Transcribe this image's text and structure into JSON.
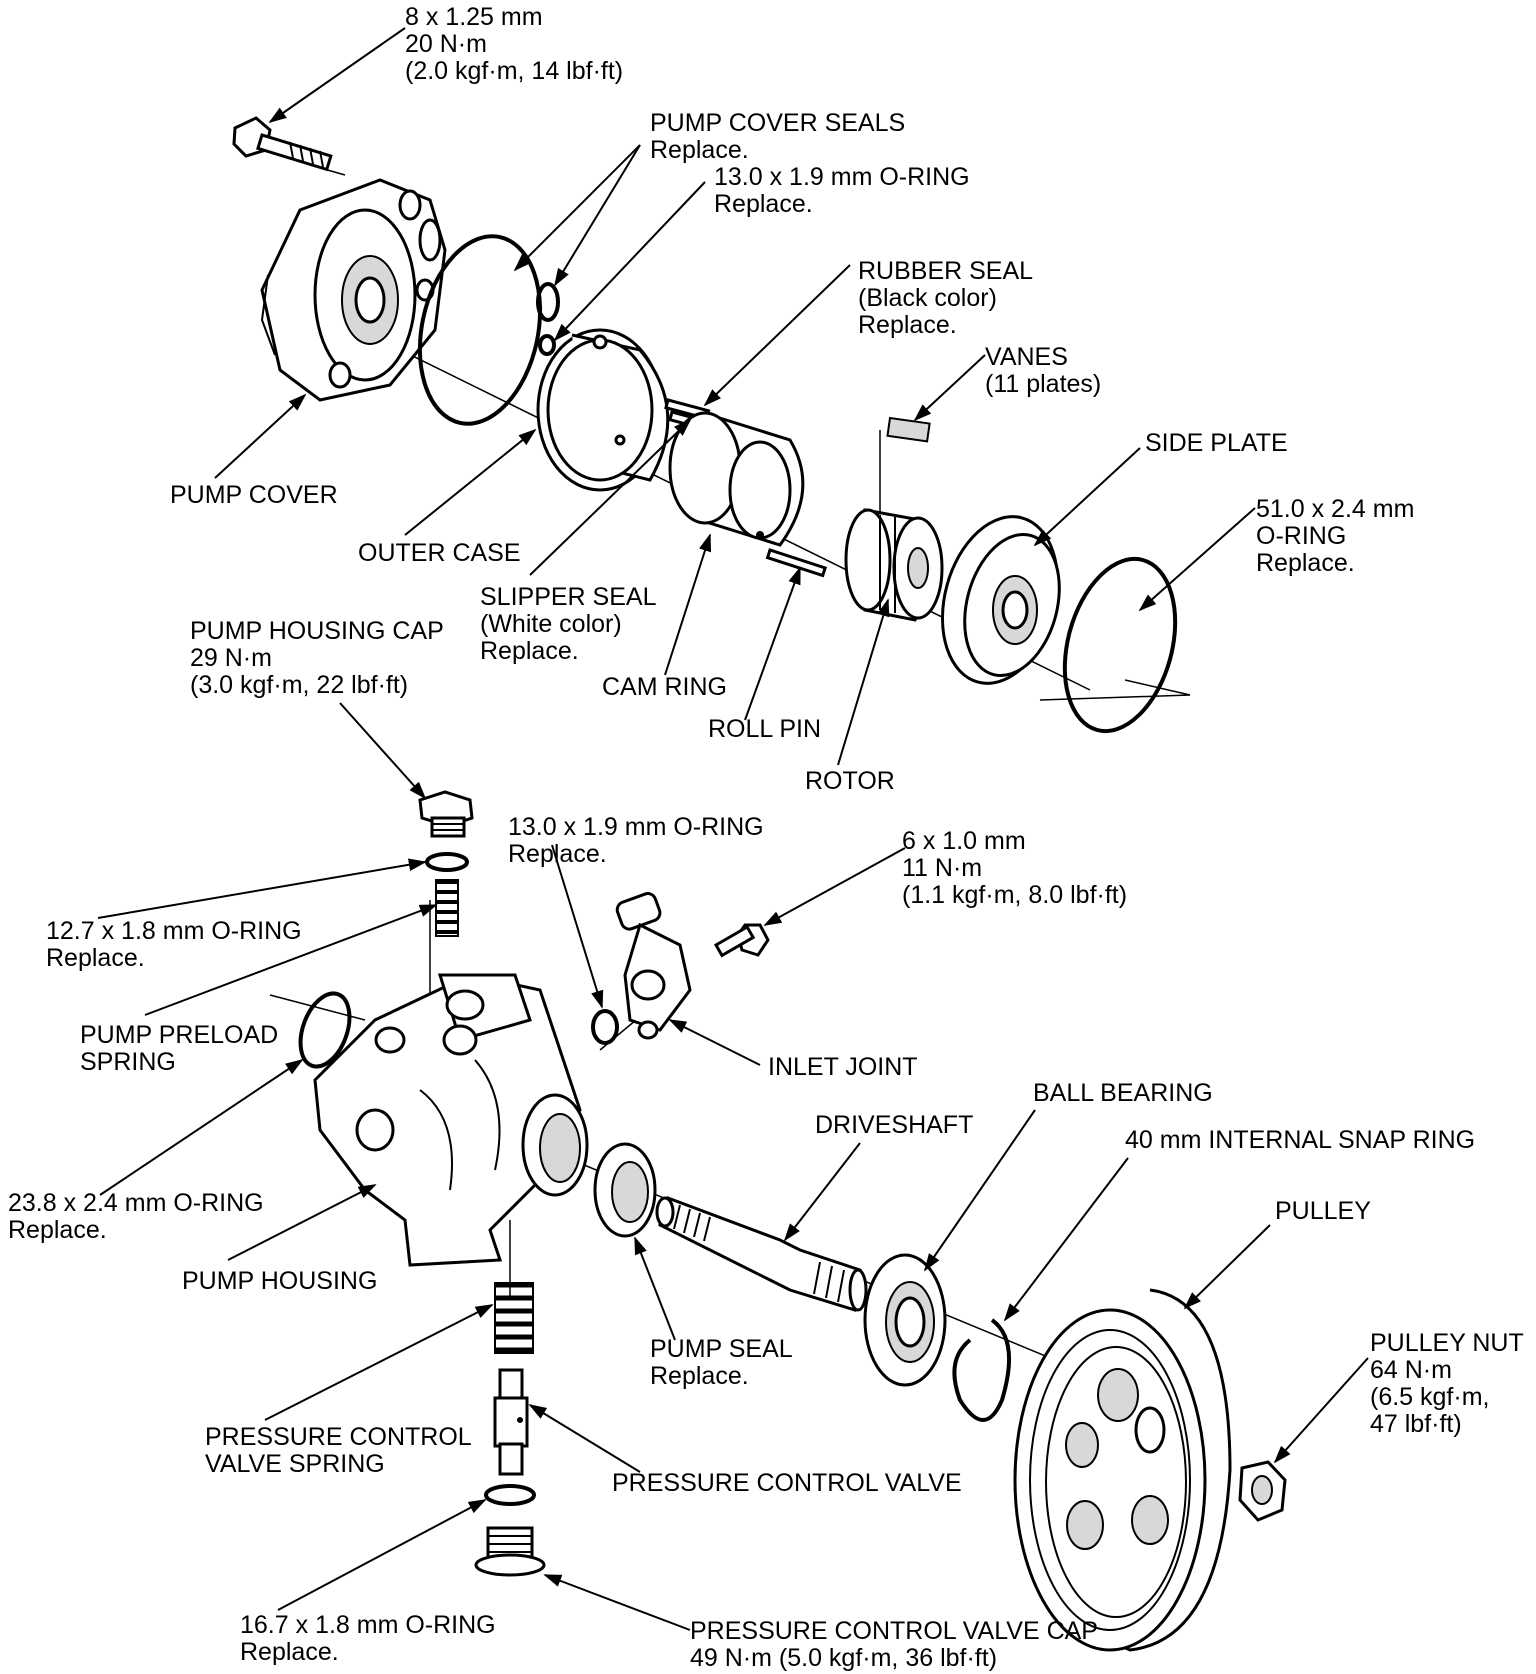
{
  "callouts": {
    "bolt_8mm": [
      "8 x 1.25 mm",
      "20 N·m",
      "(2.0 kgf·m, 14 lbf·ft)"
    ],
    "pump_cover_seals": [
      "PUMP COVER SEALS",
      "Replace."
    ],
    "oring_13_top": [
      "13.0 x 1.9 mm O-RING",
      "Replace."
    ],
    "rubber_seal": [
      "RUBBER SEAL",
      "(Black color)",
      "Replace."
    ],
    "vanes": [
      "VANES",
      "(11 plates)"
    ],
    "side_plate": [
      "SIDE PLATE"
    ],
    "oring_51": [
      "51.0 x 2.4 mm",
      "O-RING",
      "Replace."
    ],
    "pump_cover": [
      "PUMP COVER"
    ],
    "outer_case": [
      "OUTER CASE"
    ],
    "slipper_seal": [
      "SLIPPER SEAL",
      "(White color)",
      "Replace."
    ],
    "pump_housing_cap": [
      "PUMP HOUSING CAP",
      "29 N·m",
      "(3.0 kgf·m, 22 lbf·ft)"
    ],
    "cam_ring": [
      "CAM RING"
    ],
    "roll_pin": [
      "ROLL PIN"
    ],
    "rotor": [
      "ROTOR"
    ],
    "oring_13_mid": [
      "13.0 x 1.9 mm O-RING",
      "Replace."
    ],
    "bolt_6mm": [
      "6 x 1.0 mm",
      "11 N·m",
      "(1.1 kgf·m, 8.0 lbf·ft)"
    ],
    "oring_12_7": [
      "12.7 x 1.8 mm O-RING",
      "Replace."
    ],
    "pump_preload_spring": [
      "PUMP PRELOAD",
      "SPRING"
    ],
    "inlet_joint": [
      "INLET JOINT"
    ],
    "ball_bearing": [
      "BALL BEARING"
    ],
    "driveshaft": [
      "DRIVESHAFT"
    ],
    "snap_ring": [
      "40 mm INTERNAL SNAP RING"
    ],
    "pulley": [
      "PULLEY"
    ],
    "oring_23_8": [
      "23.8 x 2.4 mm O-RING",
      "Replace."
    ],
    "pump_housing": [
      "PUMP HOUSING"
    ],
    "pump_seal": [
      "PUMP SEAL",
      "Replace."
    ],
    "pulley_nut": [
      "PULLEY NUT",
      "64 N·m",
      "(6.5 kgf·m,",
      "47 lbf·ft)"
    ],
    "pcv_spring": [
      "PRESSURE CONTROL",
      "VALVE SPRING"
    ],
    "pcv": [
      "PRESSURE CONTROL VALVE"
    ],
    "oring_16_7": [
      "16.7 x 1.8 mm O-RING",
      "Replace."
    ],
    "pcv_cap": [
      "PRESSURE CONTROL VALVE CAP",
      "49 N·m (5.0 kgf·m, 36 lbf·ft)"
    ]
  }
}
